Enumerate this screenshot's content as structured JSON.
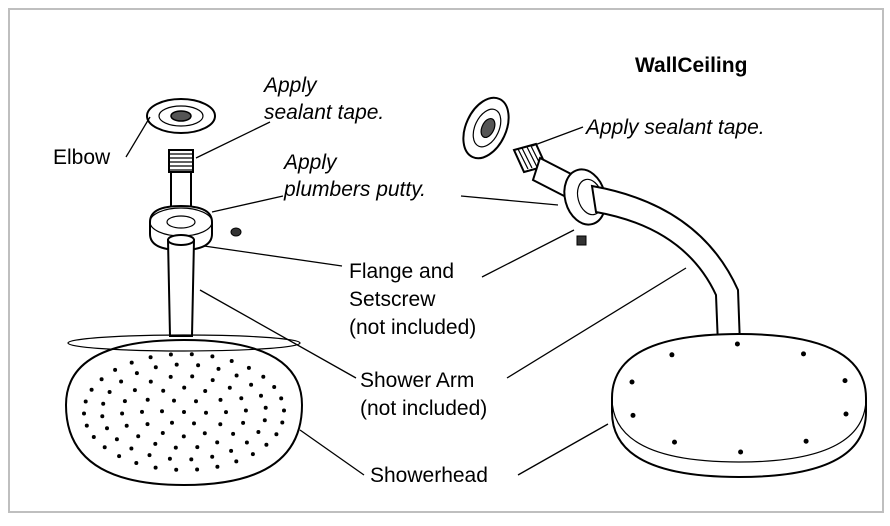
{
  "title": "WallCeiling",
  "labels": {
    "elbow": "Elbow",
    "apply_sealant_left_1": "Apply",
    "apply_sealant_left_2": "sealant tape.",
    "apply_sealant_right": "Apply sealant tape.",
    "apply_putty_1": "Apply",
    "apply_putty_2": "plumbers putty.",
    "flange_1": "Flange and",
    "flange_2": "Setscrew",
    "flange_3": "(not included)",
    "arm_1": "Shower Arm",
    "arm_2": "(not included)",
    "showerhead": "Showerhead"
  },
  "colors": {
    "line": "#000000",
    "background": "#ffffff",
    "frame": "#bfbfbf"
  }
}
